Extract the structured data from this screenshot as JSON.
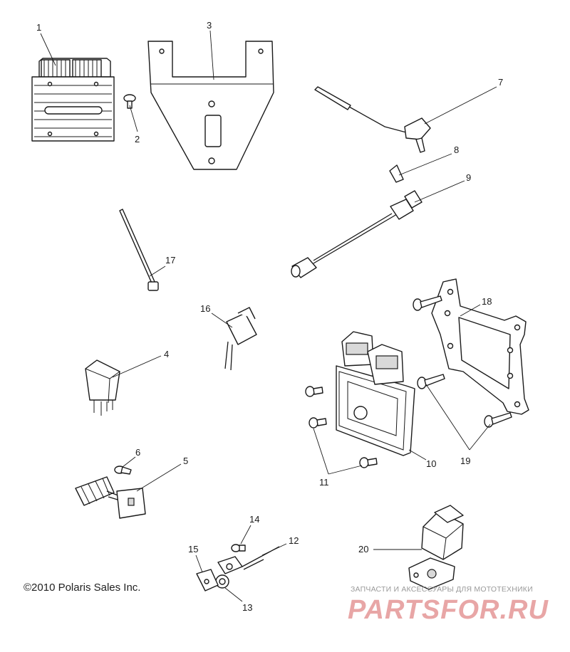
{
  "callouts": [
    "1",
    "2",
    "3",
    "4",
    "5",
    "6",
    "7",
    "8",
    "9",
    "10",
    "11",
    "12",
    "13",
    "14",
    "15",
    "16",
    "17",
    "18",
    "19",
    "20"
  ],
  "copyright": "©2010 Polaris Sales Inc.",
  "watermark": {
    "tagline": "ЗАПЧАСТИ И АКСЕССУАРЫ ДЛЯ МОТОТЕХНИКИ",
    "logo": "PARTSFOR.RU"
  }
}
